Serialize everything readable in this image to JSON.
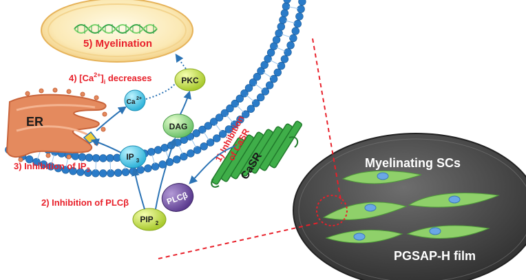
{
  "steps": {
    "myelination": "5) Myelination",
    "ca_decrease_pre": "4) [Ca",
    "ca_decrease_sup": "2+",
    "ca_decrease_mid": "]",
    "ca_decrease_sub": "i",
    "ca_decrease_post": " decreases",
    "inhibition_ip3_pre": "3) Inhibition of IP",
    "inhibition_ip3_sub": "3",
    "inhibition_plc": "2) Inhibition of PLCβ",
    "inhibition_casr_line1": "1) Inhibition",
    "inhibition_casr_line2": "of CaSR"
  },
  "molecules": {
    "pkc": "PKC",
    "ca_base": "Ca",
    "ca_sup": "2+",
    "dag": "DAG",
    "ip3_base": "IP",
    "ip3_sub": "3",
    "pip2_base": "PIP",
    "pip2_sub": "2",
    "plcb": "PLCβ",
    "er": "ER",
    "casr": "CaSR"
  },
  "film": {
    "title": "Myelinating SCs",
    "subtitle": "PGSAP-H film"
  },
  "colors": {
    "red_text": "#e8202a",
    "membrane_blue": "#2a7bc8",
    "receptor_green": "#3fae49",
    "er_orange": "#e48a5e",
    "arrow_blue": "#2b73b5",
    "film_dark": "#4a4a4a",
    "cell_green": "#8fd06a"
  }
}
